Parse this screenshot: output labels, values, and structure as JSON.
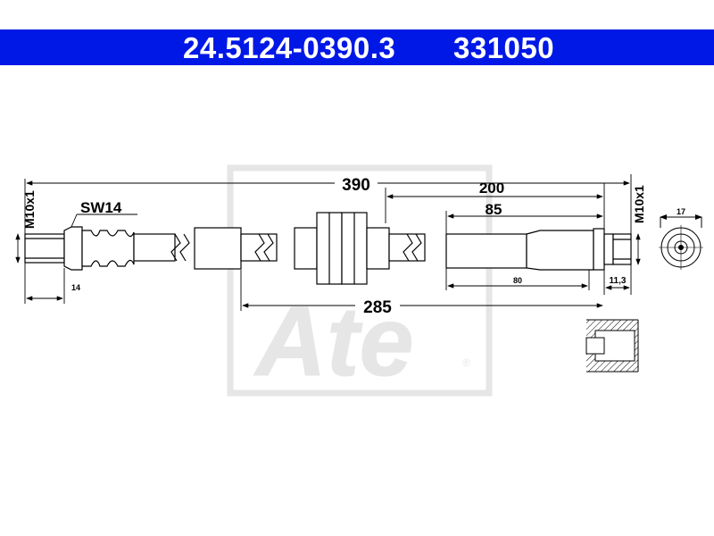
{
  "header": {
    "part_number": "24.5124-0390.3",
    "catalog_number": "331050",
    "background": "#0018e6"
  },
  "dimensions": {
    "total_length": "390",
    "length_200": "200",
    "length_85": "85",
    "length_285": "285",
    "length_80": "80",
    "length_14": "14",
    "length_11_3": "11,3",
    "size_17": "17",
    "thread_left": "M10x1",
    "thread_right": "M10x1",
    "wrench_size": "SW14"
  },
  "watermark": {
    "brand": "Ate",
    "registered": "®"
  }
}
